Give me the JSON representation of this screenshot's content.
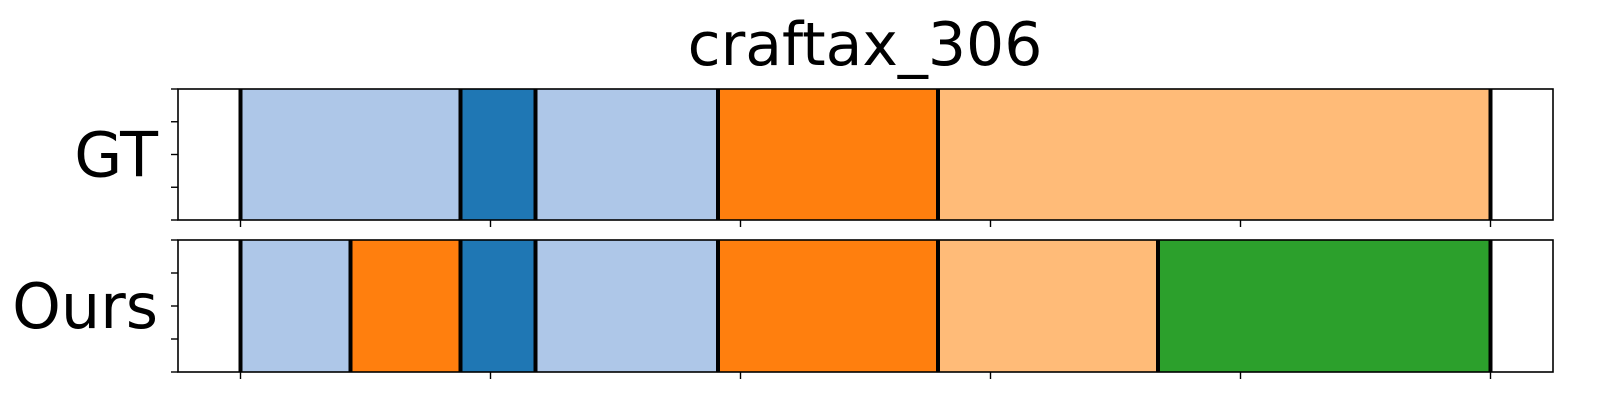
{
  "chart_data": {
    "type": "segmentation-timeline",
    "title": "craftax_306",
    "xlim": [
      -25,
      525
    ],
    "x_ticks": [
      0,
      100,
      200,
      300,
      400,
      500
    ],
    "boundaries": [
      0,
      88,
      118,
      191,
      279,
      500
    ],
    "rows": [
      {
        "label": "GT",
        "segments": [
          {
            "start": 0,
            "end": 88,
            "color": "#aec7e8"
          },
          {
            "start": 88,
            "end": 118,
            "color": "#1f77b4"
          },
          {
            "start": 118,
            "end": 191,
            "color": "#aec7e8"
          },
          {
            "start": 191,
            "end": 279,
            "color": "#ff7f0e"
          },
          {
            "start": 279,
            "end": 500,
            "color": "#ffbb78"
          }
        ]
      },
      {
        "label": "Ours",
        "segments": [
          {
            "start": 0,
            "end": 44,
            "color": "#aec7e8"
          },
          {
            "start": 44,
            "end": 88,
            "color": "#ff7f0e"
          },
          {
            "start": 88,
            "end": 118,
            "color": "#1f77b4"
          },
          {
            "start": 118,
            "end": 191,
            "color": "#aec7e8"
          },
          {
            "start": 191,
            "end": 279,
            "color": "#ff7f0e"
          },
          {
            "start": 279,
            "end": 367,
            "color": "#ffbb78"
          },
          {
            "start": 367,
            "end": 500,
            "color": "#2ca02c"
          }
        ]
      }
    ]
  }
}
